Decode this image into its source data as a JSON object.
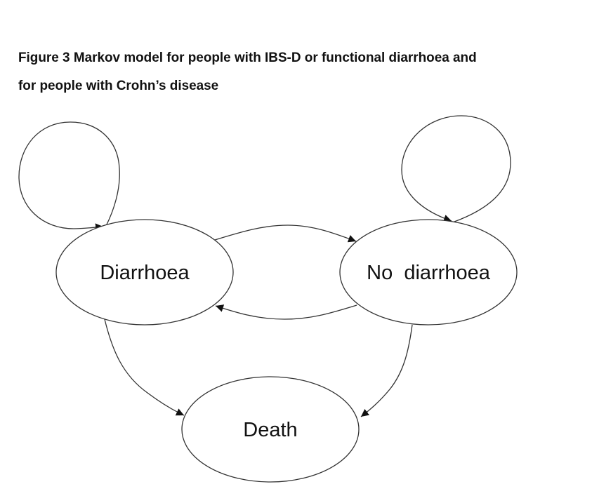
{
  "figure": {
    "caption_line1": "Figure 3 Markov model for people with IBS-D or functional diarrhoea and",
    "caption_line2": "for people with Crohn’s disease"
  },
  "states": {
    "diarrhoea": "Diarrhoea",
    "no_diarrhoea": "No  diarrhoea",
    "death": "Death"
  },
  "transitions": [
    {
      "from": "Diarrhoea",
      "to": "Diarrhoea"
    },
    {
      "from": "No diarrhoea",
      "to": "No diarrhoea"
    },
    {
      "from": "Diarrhoea",
      "to": "No diarrhoea"
    },
    {
      "from": "No diarrhoea",
      "to": "Diarrhoea"
    },
    {
      "from": "Diarrhoea",
      "to": "Death"
    },
    {
      "from": "No diarrhoea",
      "to": "Death"
    }
  ],
  "colors": {
    "line": "#333333",
    "text": "#111111"
  }
}
